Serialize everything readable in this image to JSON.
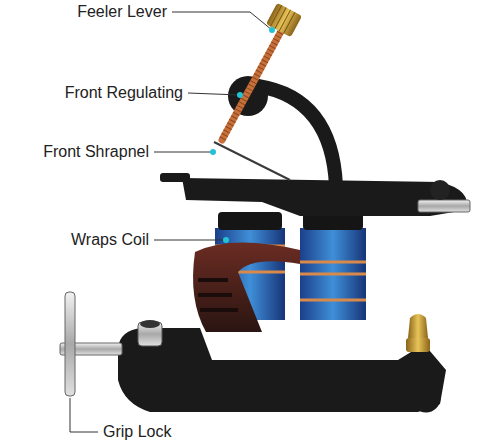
{
  "diagram": {
    "labels": [
      "Feeler Lever",
      "Front Regulating",
      "Front Shrapnel",
      "Wraps Coil",
      "Grip Lock"
    ]
  }
}
